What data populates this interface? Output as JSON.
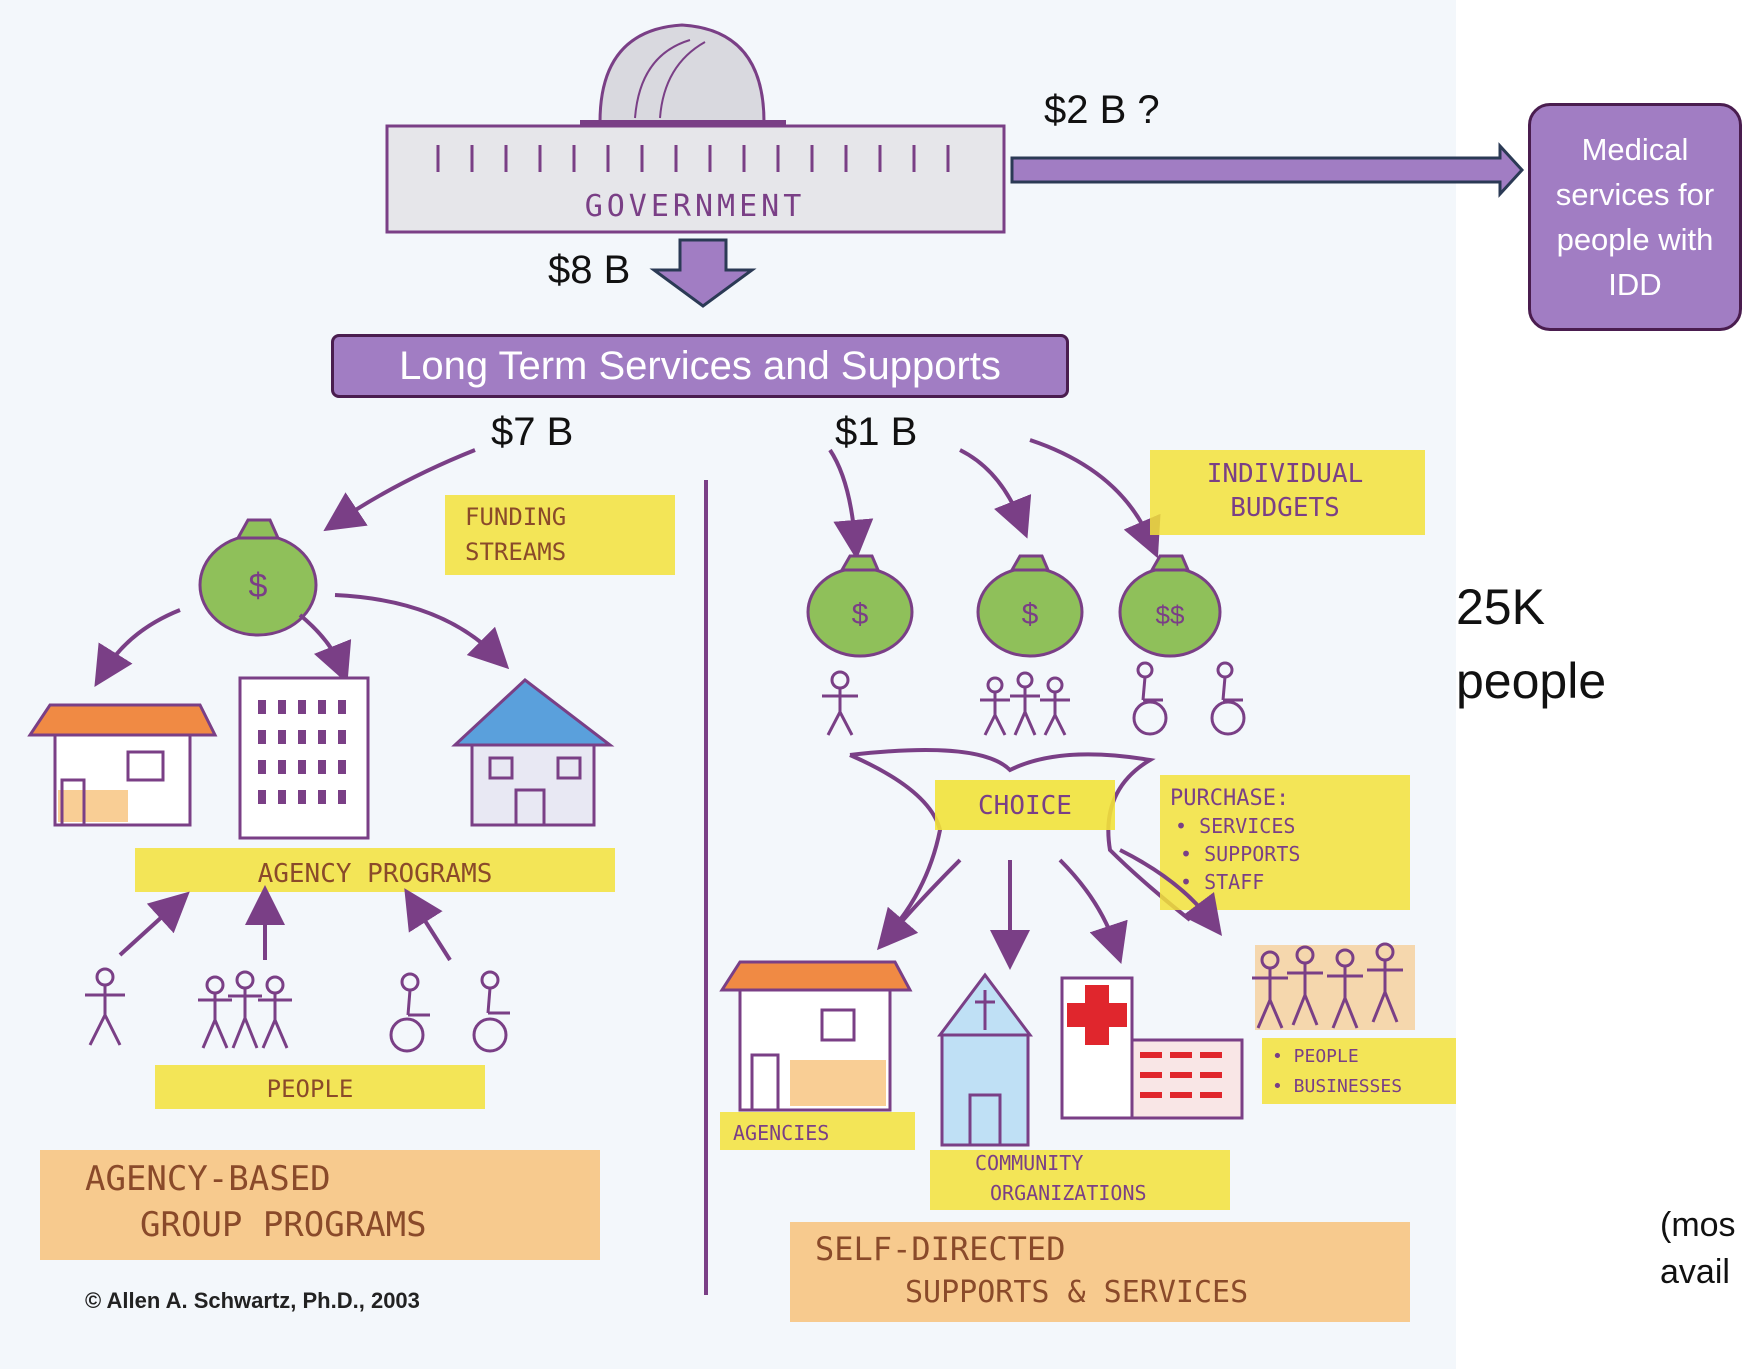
{
  "government": {
    "label": "GOVERNMENT"
  },
  "flows": {
    "to_medical": "$2 B ?",
    "to_ltss": "$8 B",
    "agency_share": "$7 B",
    "self_directed_share": "$1 B"
  },
  "boxes": {
    "medical": "Medical services for people with IDD",
    "ltss": "Long Term Services and Supports"
  },
  "side_note": {
    "line1": "25K",
    "line2": "people"
  },
  "footnote": {
    "line1": "(mos",
    "line2": "avail"
  },
  "agency": {
    "funding_streams": [
      "FUNDING",
      "STREAMS"
    ],
    "agency_programs": "AGENCY PROGRAMS",
    "people": "PEOPLE",
    "title": [
      "AGENCY-BASED",
      "GROUP PROGRAMS"
    ],
    "copyright": "© Allen A. Schwartz, Ph.D., 2003"
  },
  "self_directed": {
    "individual_budgets": [
      "INDIVIDUAL",
      "BUDGETS"
    ],
    "choice": "CHOICE",
    "purchase": [
      "PURCHASE:",
      "• SERVICES",
      "• SUPPORTS",
      "• STAFF"
    ],
    "people_businesses": [
      "• PEOPLE",
      "• BUSINESSES"
    ],
    "agencies": "AGENCIES",
    "community": [
      "COMMUNITY",
      "ORGANIZATIONS"
    ],
    "title": [
      "SELF-DIRECTED",
      "SUPPORTS & SERVICES"
    ]
  },
  "colors": {
    "purple_fill": "#a17dc3",
    "purple_border": "#4a1d4f",
    "highlight_yellow": "#f2e23a",
    "highlight_orange": "#f7c27a",
    "money_green": "#8fc05a",
    "house_orange": "#f08a44",
    "roof_blue": "#5aa0dc"
  }
}
